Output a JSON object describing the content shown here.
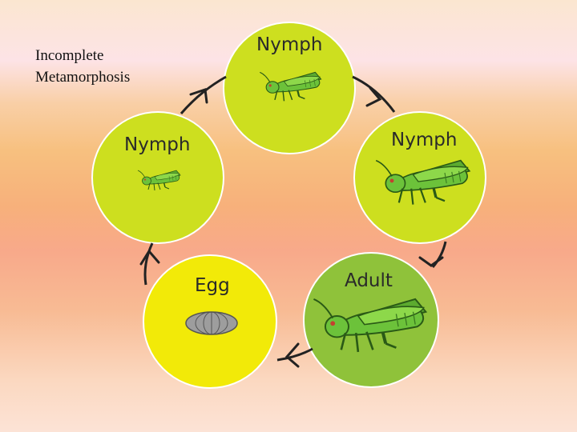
{
  "title": "Incomplete\nMetamorphosis",
  "stages": {
    "top_nymph": "Nymph",
    "left_nymph": "Nymph",
    "right_nymph": "Nymph",
    "adult": "Adult",
    "egg": "Egg"
  },
  "colors": {
    "nymph_circle": "#cddf1f",
    "adult_circle": "#8fc23a",
    "egg_circle": "#f2ea08",
    "arrow": "#222222"
  }
}
